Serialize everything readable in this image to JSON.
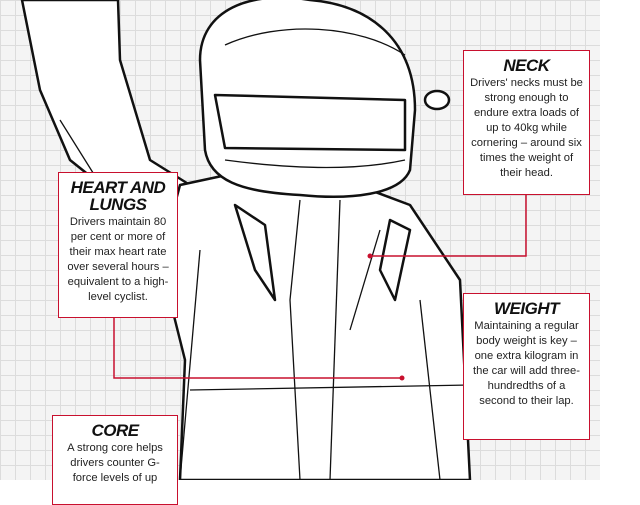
{
  "callouts": {
    "neck": {
      "title": "NECK",
      "text": "Drivers' necks must be strong enough to endure extra loads of up to 40kg while cornering – around six times the weight of their head."
    },
    "heart": {
      "title": "HEART AND LUNGS",
      "text": "Drivers maintain 80 per cent or more of their max heart rate over several hours – equivalent to a high-level cyclist."
    },
    "weight": {
      "title": "WEIGHT",
      "text": "Maintaining a regular body weight is key – one extra kilogram in the car will add three-hundredths of a second to their lap."
    },
    "core": {
      "title": "CORE",
      "text": "A strong core helps drivers counter G-force levels of up"
    }
  },
  "colors": {
    "accent": "#c8102e",
    "grid": "#dcdcdc"
  }
}
